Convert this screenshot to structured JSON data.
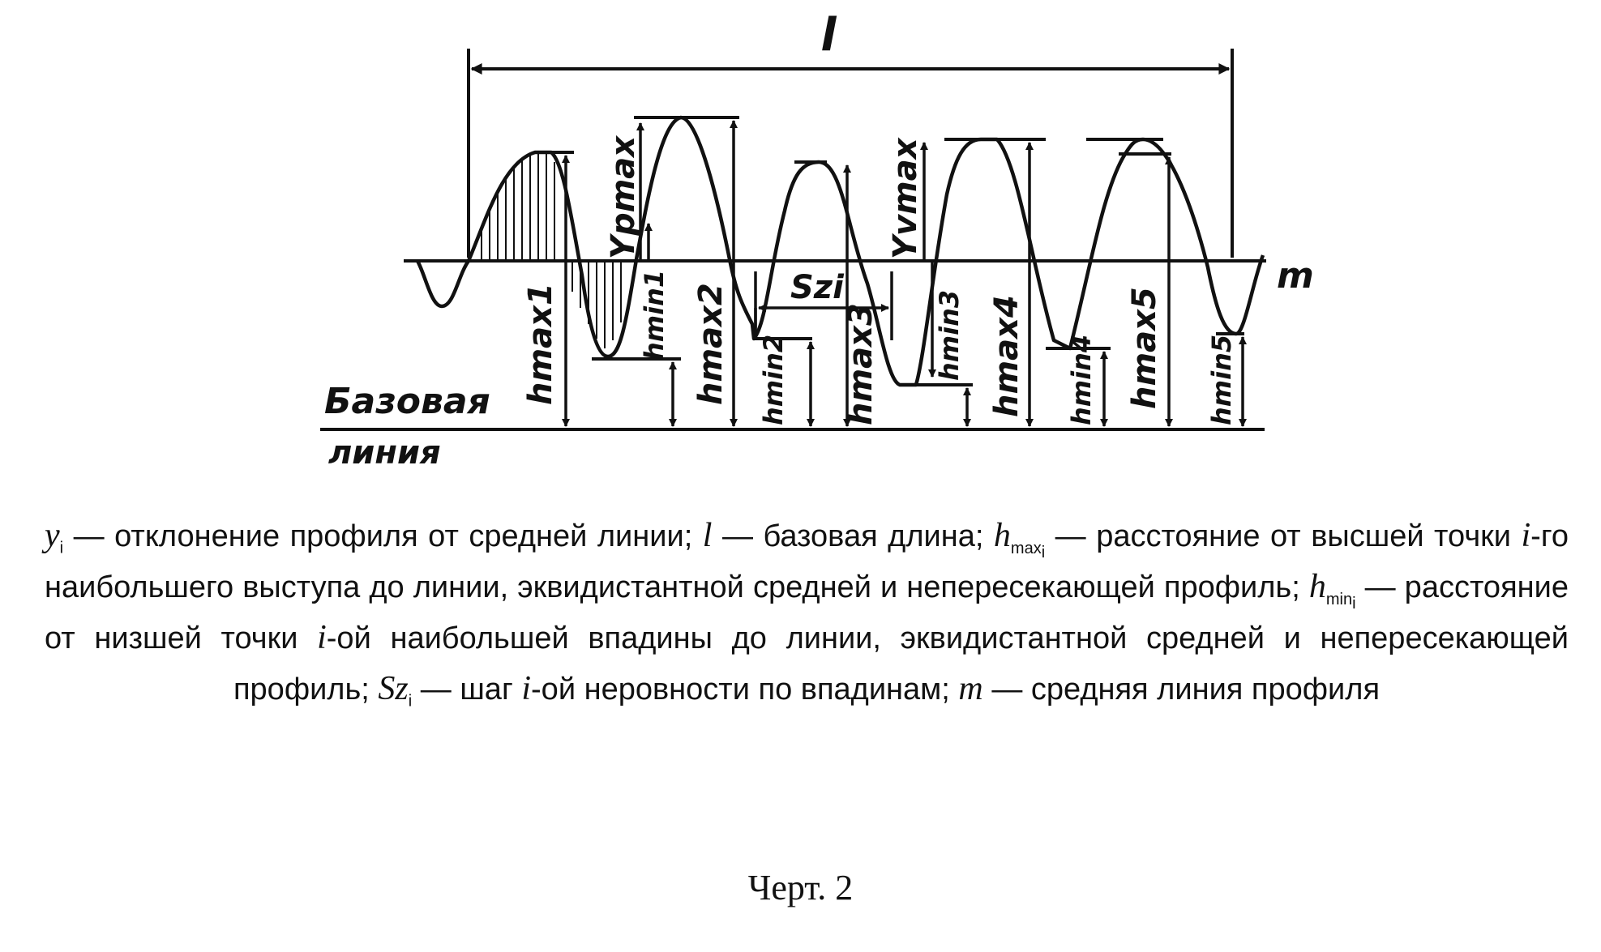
{
  "labels": {
    "length": "l",
    "mean_line": "m",
    "yp_max": "Ypmax",
    "yv_max": "Yvmax",
    "step": "Szi",
    "base_line_1": "Базовая",
    "base_line_2": "линия",
    "hmax": [
      "hmax1",
      "hmax2",
      "hmax3",
      "hmax4",
      "hmax5"
    ],
    "hmin": [
      "hmin1",
      "hmin2",
      "hmin3",
      "hmin4",
      "hmin5"
    ]
  },
  "caption": {
    "sym_y": "y",
    "sym_y_sub": "i",
    "t1": " — отклонение профиля от средней линии; ",
    "sym_l": "l",
    "t2": " — базовая длина; ",
    "sym_hmax": "h",
    "sym_hmax_sub": "max",
    "sym_hmax_i": "i",
    "t3": " — расстояние от высшей точки ",
    "sym_i1": "i",
    "t4": "-го наибольшего выступа до линии, эквидистантной средней и непересекающей профиль; ",
    "sym_hmin": "h",
    "sym_hmin_sub": "min",
    "sym_hmin_i": "i",
    "t5": " — расстояние от низшей точки ",
    "sym_i2": "i",
    "t6": "-ой наибольшей впадины до линии, эквидистантной средней и непересекающей профиль; ",
    "sym_sz": "Sz",
    "sym_sz_sub": "i",
    "t7": " — шаг ",
    "sym_i3": "i",
    "t8": "-ой неровности по впадинам; ",
    "sym_m": "m",
    "t9": " — средняя линия профиля"
  },
  "figure_label": "Черт. 2"
}
